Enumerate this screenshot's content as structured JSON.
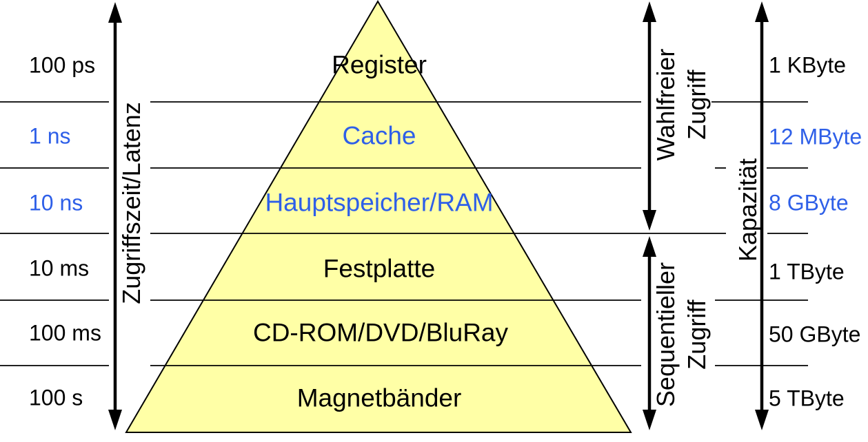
{
  "diagram": {
    "kind": "memory-hierarchy-pyramid",
    "rows": [
      {
        "level": "Register",
        "latency": "100 ps",
        "capacity": "1 KByte",
        "highlight": false
      },
      {
        "level": "Cache",
        "latency": "1 ns",
        "capacity": "12 MByte",
        "highlight": true
      },
      {
        "level": "Hauptspeicher/RAM",
        "latency": "10 ns",
        "capacity": "8 GByte",
        "highlight": true
      },
      {
        "level": "Festplatte",
        "latency": "10 ms",
        "capacity": "1 TByte",
        "highlight": false
      },
      {
        "level": "CD-ROM/DVD/BluRay",
        "latency": "100 ms",
        "capacity": "50 GByte",
        "highlight": false
      },
      {
        "level": "Magnetbänder",
        "latency": "100 s",
        "capacity": "5 TByte",
        "highlight": false
      }
    ],
    "axes": {
      "latency_axis": "Zugriffszeit/Latenz",
      "capacity_axis": "Kapazität",
      "random_access": "Wahlfreier\nZugriff",
      "sequential_access": "Sequentieller\nZugriff"
    },
    "colors": {
      "pyramid_fill": "#FFFFA6",
      "highlight_blue": "#2E5FE8",
      "line_black": "#000000"
    }
  }
}
